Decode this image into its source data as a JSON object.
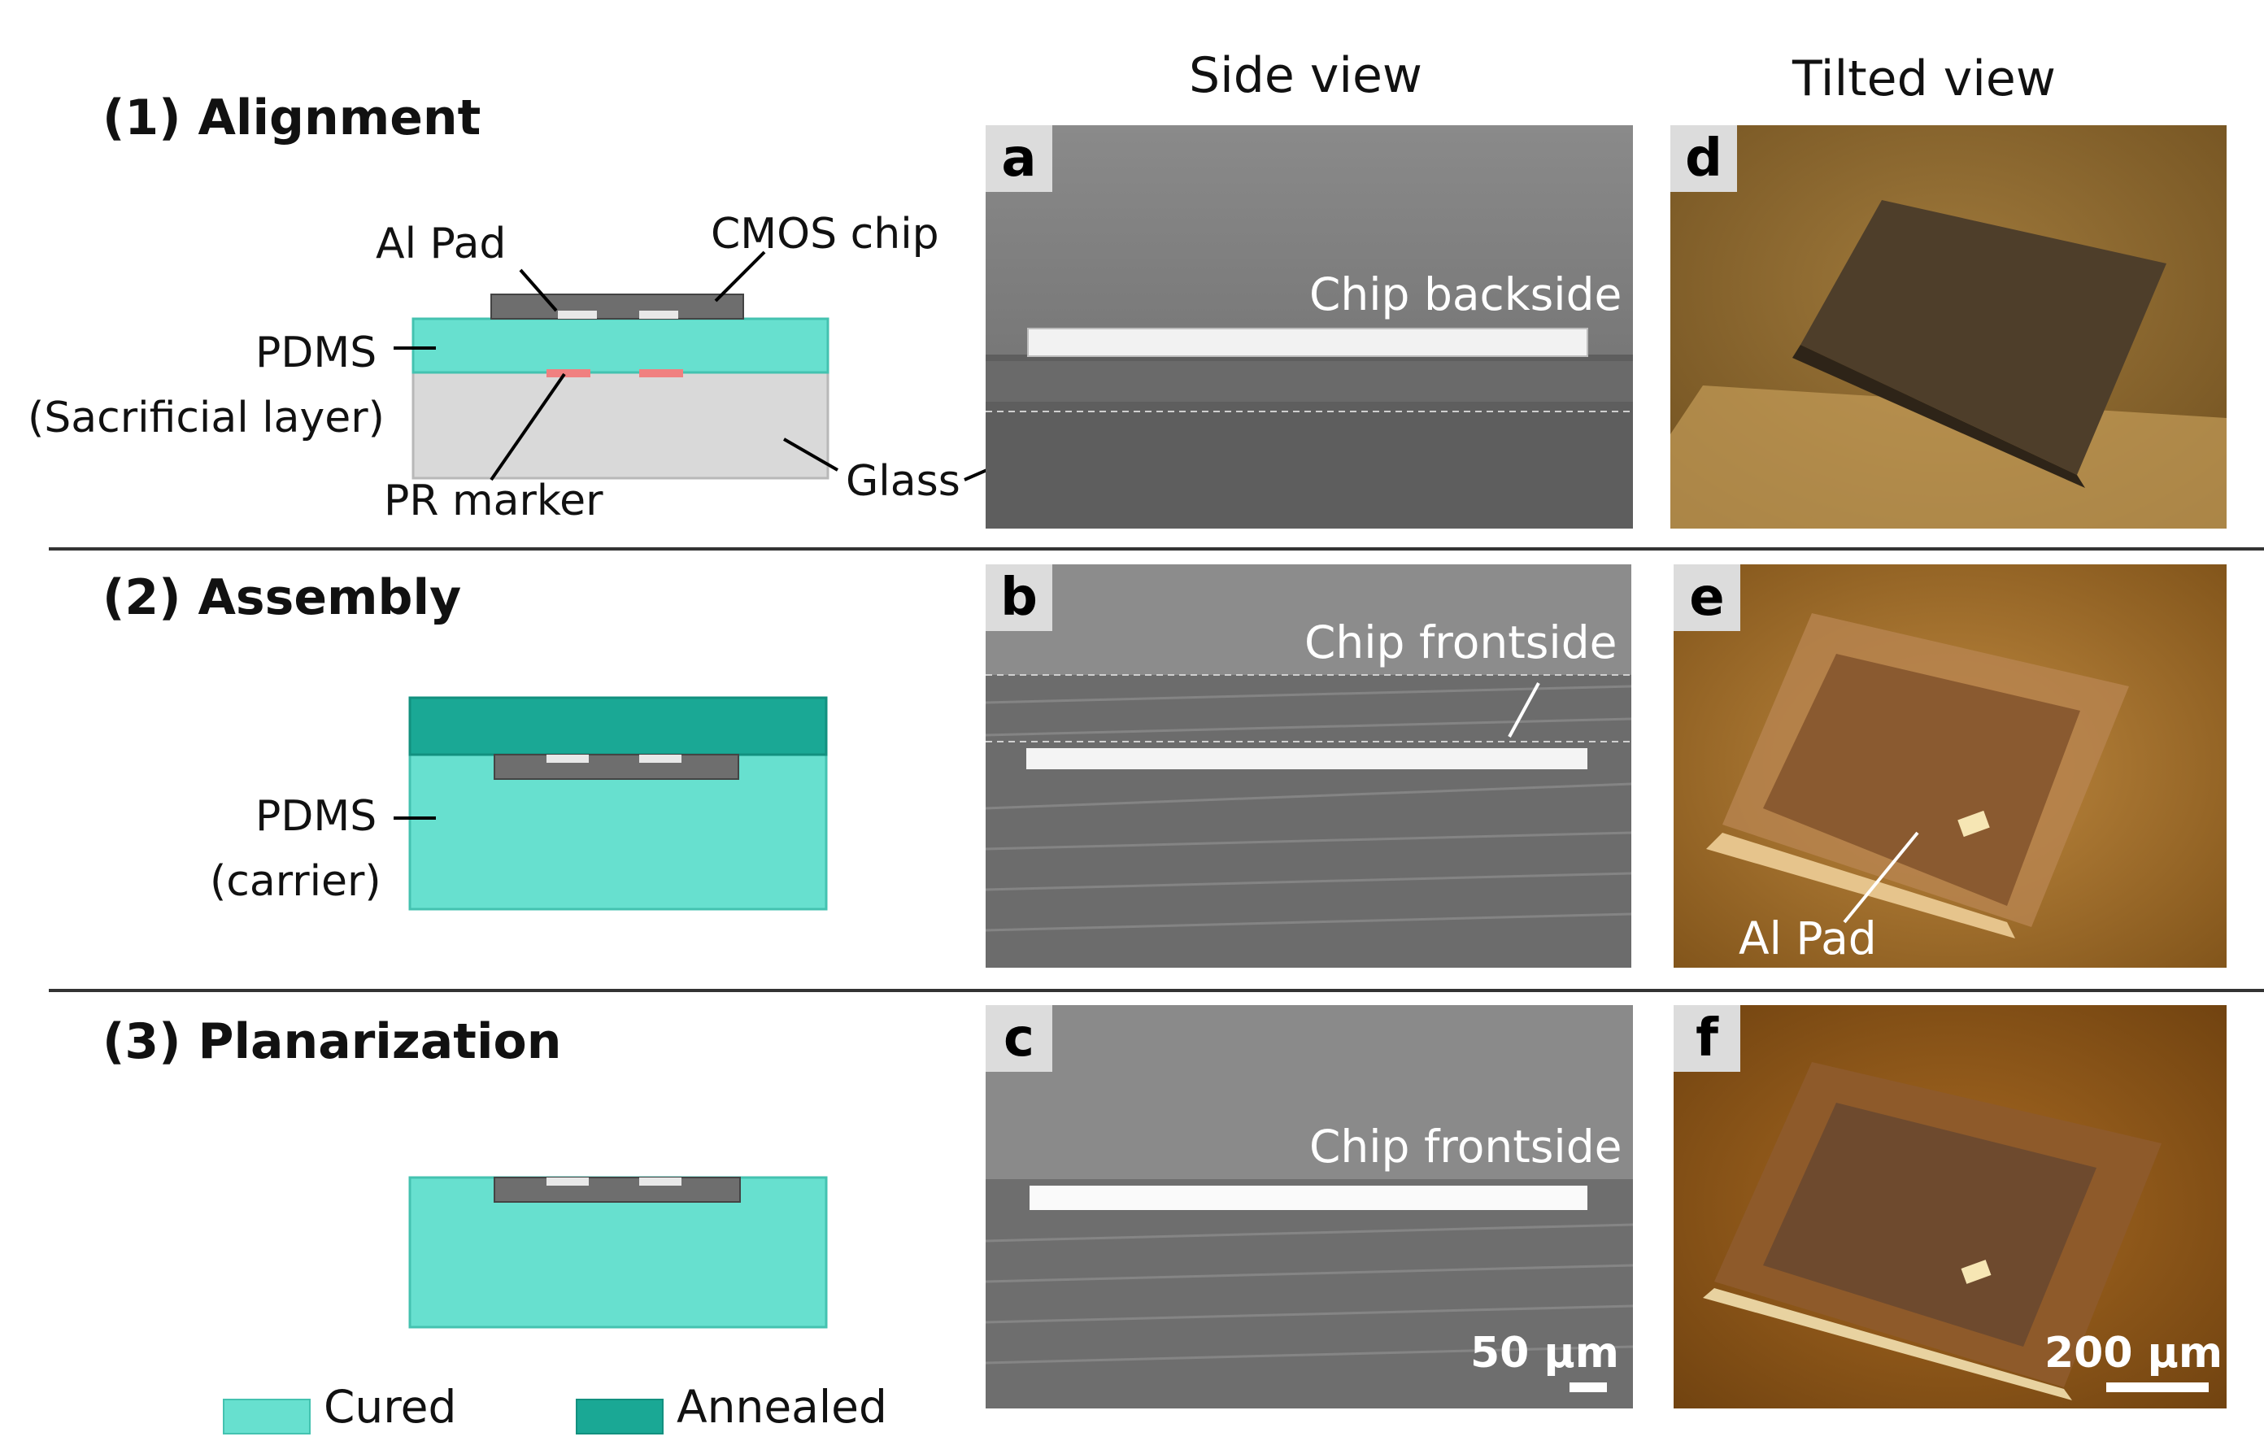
{
  "column_headers": {
    "side_view": "Side view",
    "tilted_view": "Tilted view"
  },
  "steps": [
    {
      "title": "(1) Alignment"
    },
    {
      "title": "(2) Assembly"
    },
    {
      "title": "(3) Planarization"
    }
  ],
  "labels": {
    "al_pad": "Al Pad",
    "cmos_chip": "CMOS chip",
    "pdms": "PDMS",
    "sacrificial_layer": "(Sacrificial layer)",
    "pr_marker": "PR marker",
    "glass": "Glass",
    "pdms_carrier": "PDMS",
    "carrier": "(carrier)"
  },
  "panels": [
    {
      "tag": "a",
      "text": "Chip backside"
    },
    {
      "tag": "b",
      "text": "Chip frontside"
    },
    {
      "tag": "c",
      "text": "Chip frontside",
      "scale": "50 µm"
    },
    {
      "tag": "d"
    },
    {
      "tag": "e",
      "text": "Al Pad"
    },
    {
      "tag": "f",
      "scale": "200 µm"
    }
  ],
  "legend": [
    {
      "label": "Cured",
      "color": "#67e0cf"
    },
    {
      "label": "Annealed",
      "color": "#1aa895"
    }
  ],
  "colors": {
    "pdms_cured": "#67e0cf",
    "pdms_annealed": "#1aa895",
    "chip": "#6e6e6e",
    "glass": "#d9d9d9",
    "pr_marker": "#f08080"
  }
}
